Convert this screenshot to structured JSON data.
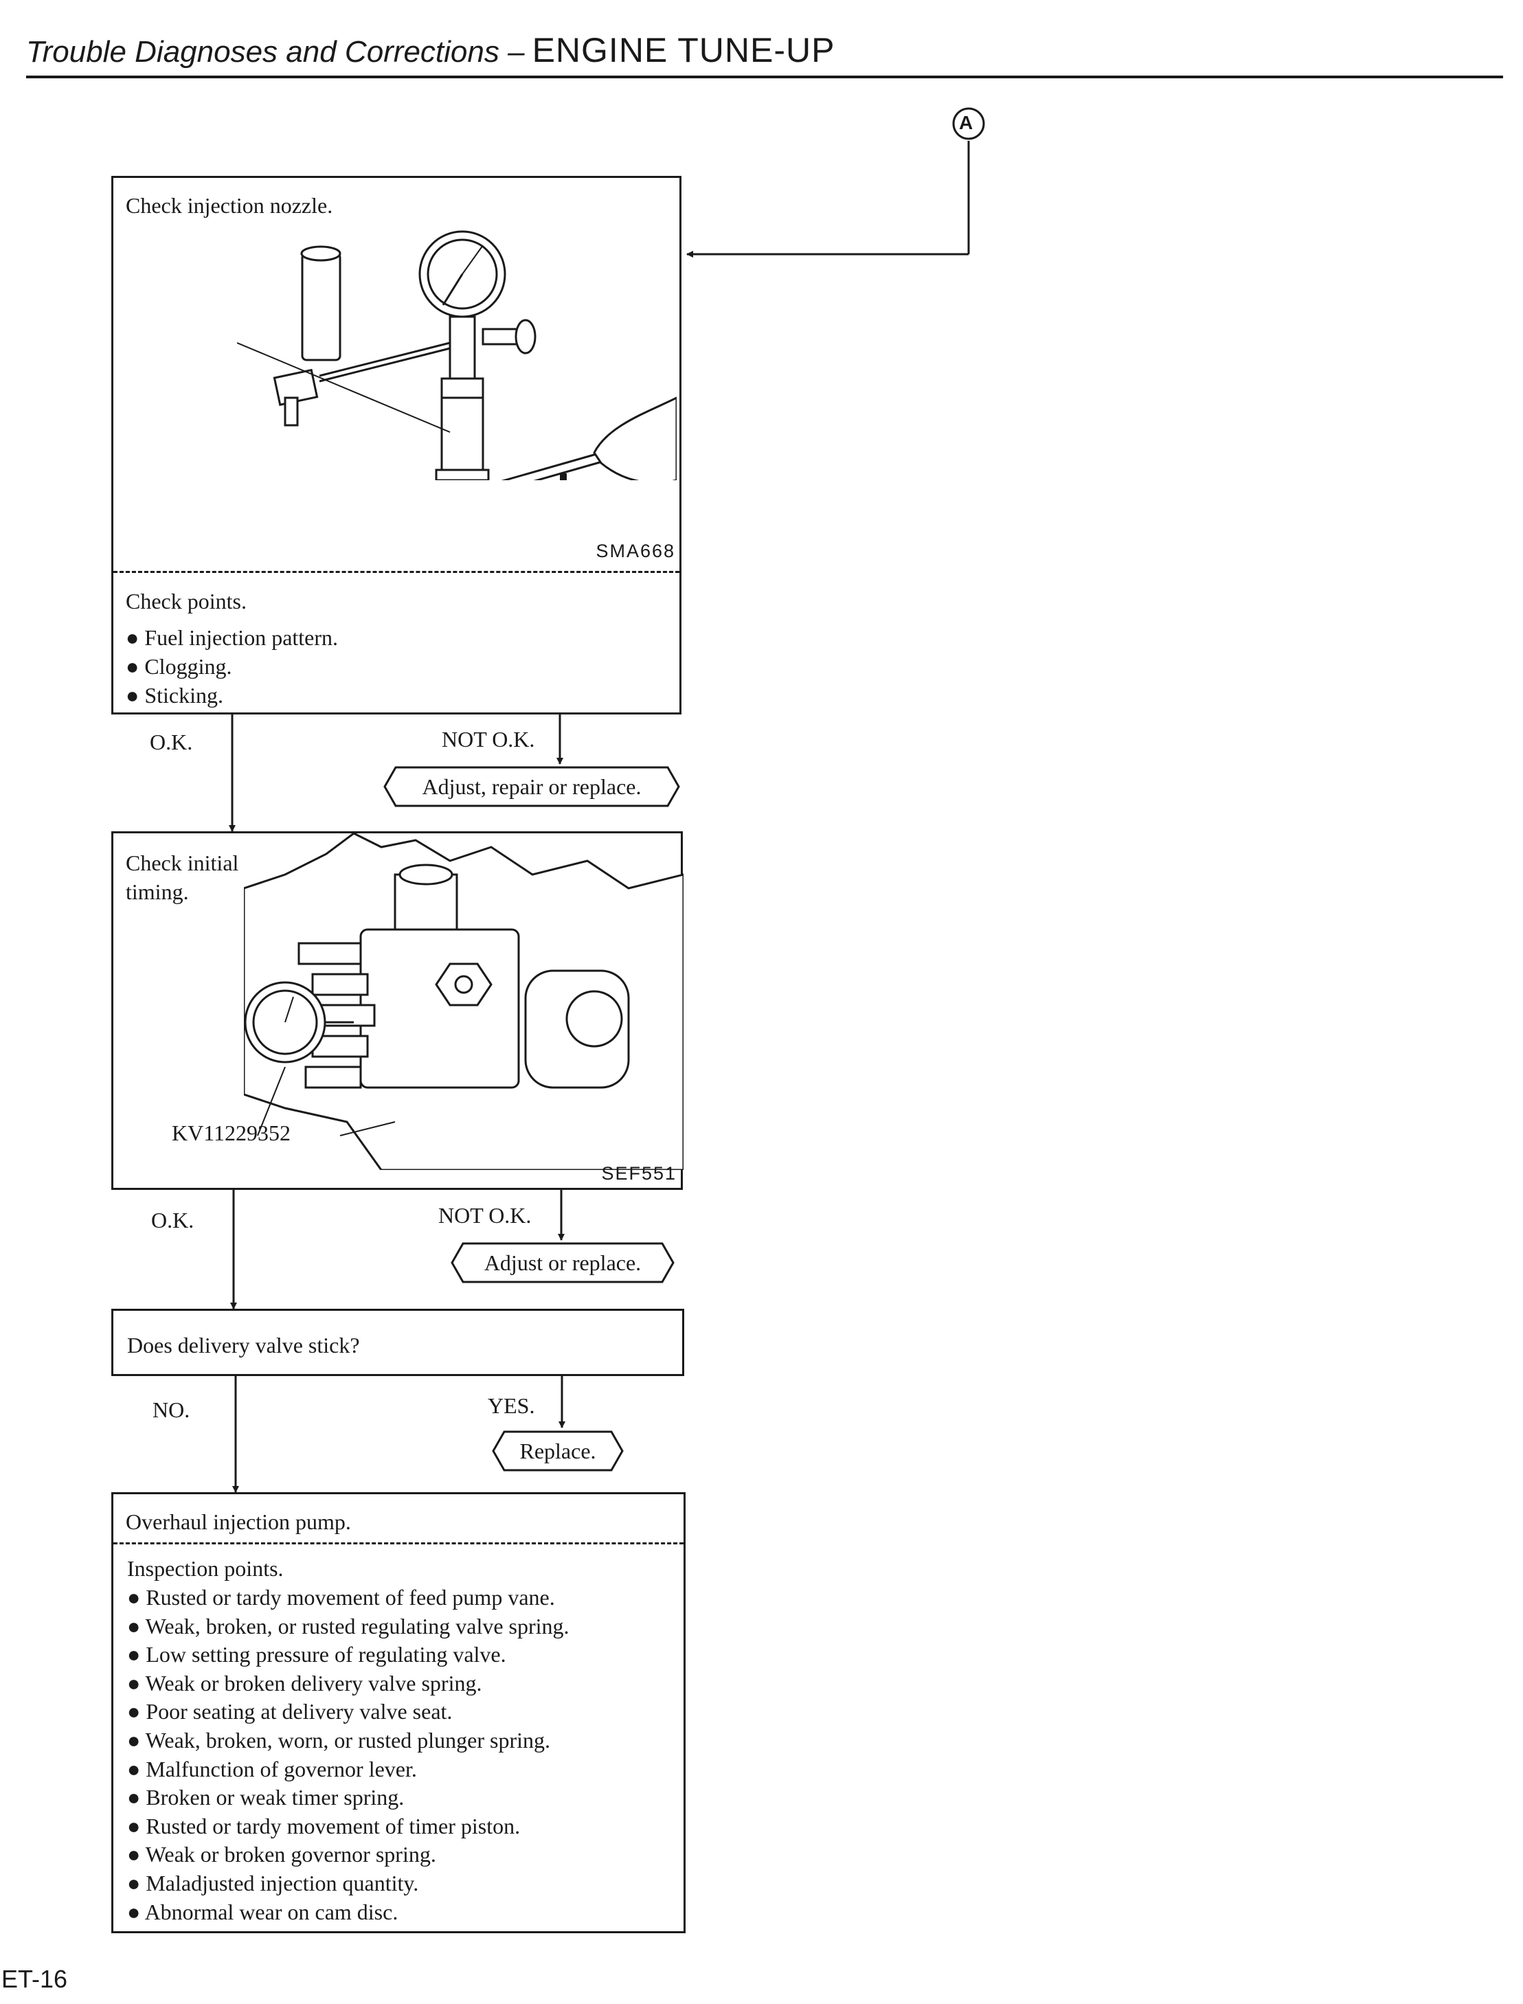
{
  "header": {
    "section": "Trouble Diagnoses and Corrections –",
    "title": "ENGINE TUNE-UP"
  },
  "connector": {
    "label": "A",
    "icon": "circled-letter-connector"
  },
  "step1": {
    "title": "Check injection nozzle.",
    "figure_code": "SMA668",
    "figure_icon": "nozzle-tester-illustration",
    "checks_title": "Check points.",
    "checks": [
      "Fuel injection pattern.",
      "Clogging.",
      "Sticking."
    ],
    "ok": "O.K.",
    "not_ok": "NOT O.K.",
    "not_ok_action": "Adjust, repair or replace."
  },
  "step2": {
    "title_line1": "Check initial",
    "title_line2": "timing.",
    "tool_label": "KV11229352",
    "figure_code": "SEF551",
    "figure_icon": "injection-pump-dial-gauge-illustration",
    "ok": "O.K.",
    "not_ok": "NOT O.K.",
    "not_ok_action": "Adjust or replace."
  },
  "step3": {
    "question": "Does delivery valve stick?",
    "no": "NO.",
    "yes": "YES.",
    "yes_action": "Replace."
  },
  "step4": {
    "title": "Overhaul injection pump.",
    "points_title": "Inspection points.",
    "points": [
      "Rusted or tardy movement of feed pump vane.",
      "Weak, broken, or rusted regulating valve spring.",
      "Low setting pressure of regulating valve.",
      "Weak or broken delivery valve spring.",
      "Poor seating at delivery valve seat.",
      "Weak, broken, worn, or rusted plunger spring.",
      "Malfunction of governor lever.",
      "Broken or weak timer spring.",
      "Rusted or tardy movement of timer piston.",
      "Weak or broken governor spring.",
      "Maladjusted injection quantity.",
      "Abnormal wear on cam disc."
    ]
  },
  "footer": {
    "page_number": "ET-16"
  }
}
